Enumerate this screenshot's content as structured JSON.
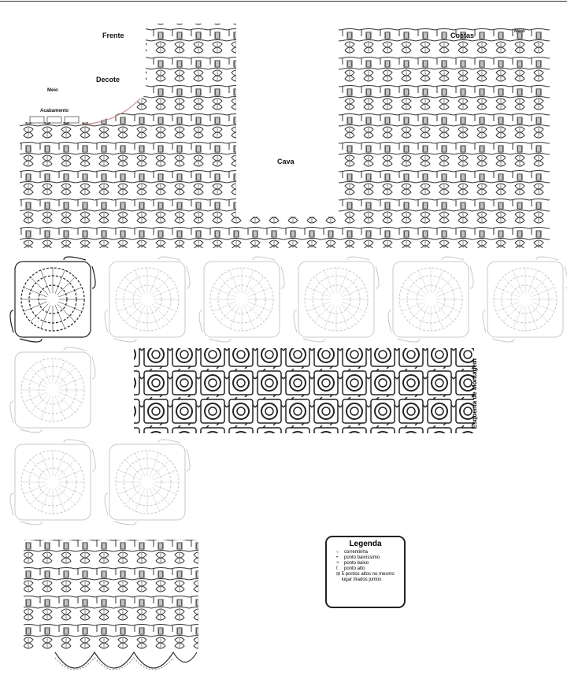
{
  "labels": {
    "front": "Frente",
    "neckline": "Decote",
    "middle_front": "Meio",
    "finishing": "Acabamento",
    "armhole": "Cava",
    "back": "Costas",
    "middle_back": "Meio",
    "assembly": "Esquema de Montagem"
  },
  "legend": {
    "title": "Legenda",
    "items": [
      {
        "symbol": "chain-stitch",
        "glyph": "○",
        "label": "correntinha"
      },
      {
        "symbol": "slip-stitch",
        "glyph": "•",
        "label": "ponto baixíssimo"
      },
      {
        "symbol": "single-crochet",
        "glyph": "×",
        "label": "ponto baixo"
      },
      {
        "symbol": "double-crochet",
        "glyph": "ƭ",
        "label": "ponto alto"
      },
      {
        "symbol": "cluster",
        "glyph": "⊞",
        "label": "5 pontos altos no mesmo lugar tirados juntos"
      }
    ]
  },
  "assembly_grid": {
    "columns": 12,
    "rows": 3
  },
  "colors": {
    "ink": "#222222",
    "faded": "#c8c8c8",
    "neck_line": "#c08080"
  }
}
